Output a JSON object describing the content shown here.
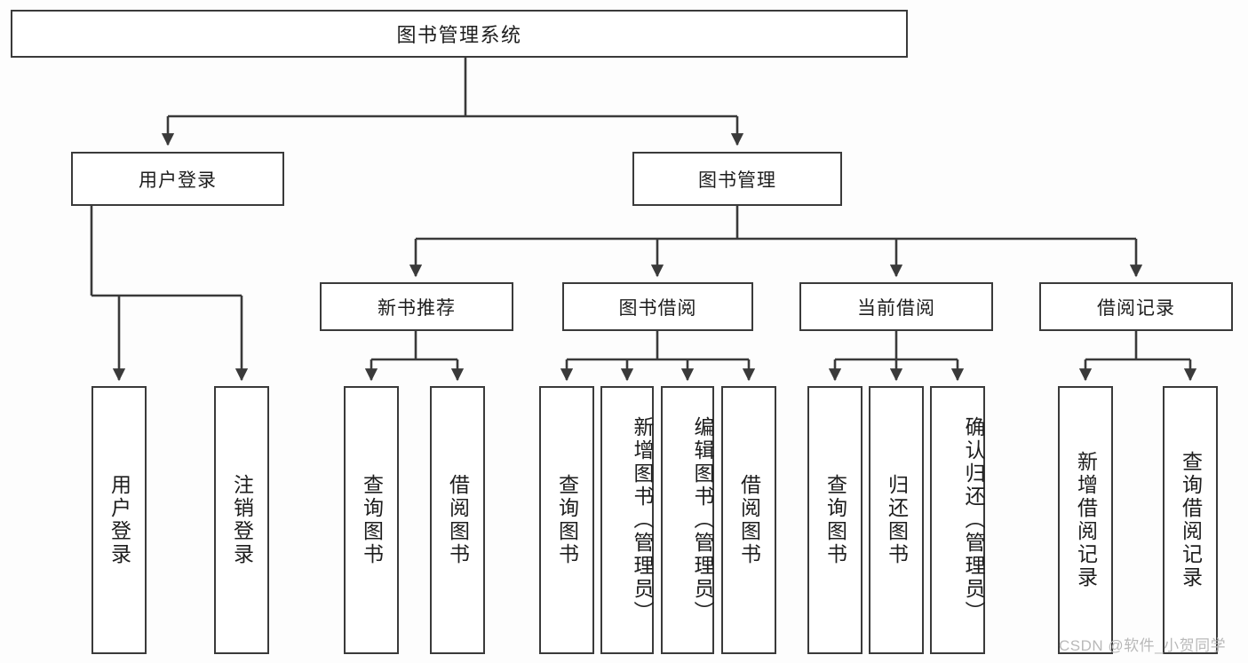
{
  "diagram": {
    "title": "图书管理系统",
    "type": "tree-hierarchy-chart",
    "root": {
      "label": "图书管理系统"
    },
    "level1": [
      {
        "label": "用户登录"
      },
      {
        "label": "图书管理"
      }
    ],
    "level2": [
      {
        "label": "新书推荐"
      },
      {
        "label": "图书借阅"
      },
      {
        "label": "当前借阅"
      },
      {
        "label": "借阅记录"
      }
    ],
    "leaves": {
      "user_login": [
        {
          "label": "用户登录"
        },
        {
          "label": "注销登录"
        }
      ],
      "new_book_recommend": [
        {
          "label": "查询图书"
        },
        {
          "label": "借阅图书"
        }
      ],
      "book_borrow": [
        {
          "label": "查询图书"
        },
        {
          "label": "新增图书（管理员）"
        },
        {
          "label": "编辑图书（管理员）"
        },
        {
          "label": "借阅图书"
        }
      ],
      "current_borrow": [
        {
          "label": "查询图书"
        },
        {
          "label": "归还图书"
        },
        {
          "label": "确认归还（管理员）"
        }
      ],
      "borrow_record": [
        {
          "label": "新增借阅记录"
        },
        {
          "label": "查询借阅记录"
        }
      ]
    }
  },
  "watermark": {
    "text": "CSDN @软件_小贺同学"
  },
  "colors": {
    "background": "#fdfdfd",
    "box_fill": "#ffffff",
    "line": "#3a3a3a",
    "text": "#1d1d1d",
    "watermark": "#b9b9b9"
  }
}
